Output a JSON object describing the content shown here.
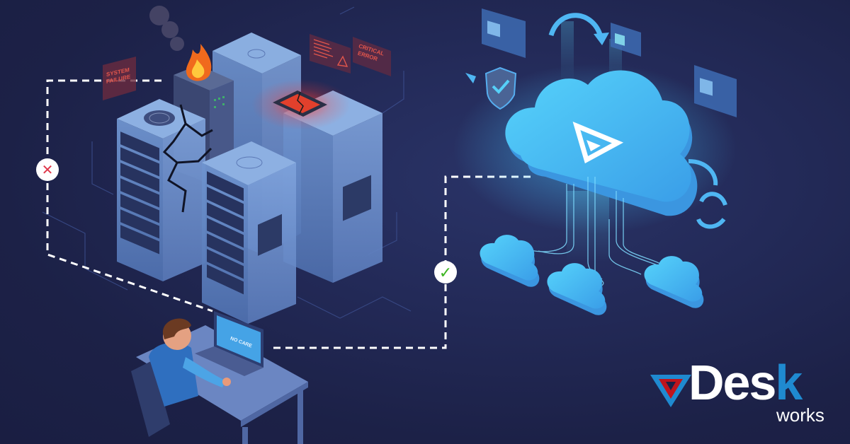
{
  "scene": {
    "title": "Legacy server failure vs cloud migration",
    "background_color": "#1c2146",
    "accent_cloud": "#3db4f2",
    "accent_error": "#e2564c"
  },
  "left_side": {
    "servers": [
      "server-rack-cracked",
      "server-rack-burning",
      "server-rack-overheating-chip",
      "server-rack-front"
    ],
    "error_signs": [
      {
        "id": "system-failure-sign",
        "line1": "SYSTEM",
        "line2": "FAILURE"
      },
      {
        "id": "log-warning-sign",
        "line1": "",
        "line2": ""
      },
      {
        "id": "critical-error-sign",
        "line1": "CRITICAL",
        "line2": "ERROR"
      }
    ],
    "status_marker": {
      "icon": "x-icon",
      "symbol": "✕",
      "color": "#e0384b"
    }
  },
  "worker": {
    "laptop_screen_text": "NO CARE"
  },
  "right_side": {
    "cloud_logo": "vdesk-mark",
    "satellite_clouds": 3,
    "status_marker": {
      "icon": "check-icon",
      "symbol": "✓",
      "color": "#3cb521"
    },
    "panels": [
      "window-panel-top-left",
      "window-panel-top-center",
      "window-panel-right",
      "window-panel-cloud-side"
    ]
  },
  "brand": {
    "name_main": "Desk",
    "name_main_last": "k",
    "name_main_first": "Des",
    "name_sub": "works",
    "mark_colors": {
      "outer": "#1f8ad0",
      "inner": "#c0141c"
    }
  }
}
